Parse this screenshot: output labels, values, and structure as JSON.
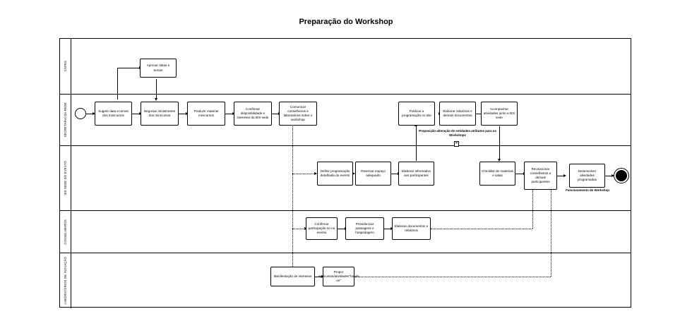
{
  "diagram": {
    "title": "Preparação do Workshop",
    "type": "bpmn-swimlane",
    "lanes": [
      {
        "id": "capes",
        "label": "CAPES"
      },
      {
        "id": "secretaria",
        "label": "SECRETARIA DA REDE"
      },
      {
        "id": "ies",
        "label": "IES SEDE DO EVENTO"
      },
      {
        "id": "conselheiros",
        "label": "CONSELHEIROS"
      },
      {
        "id": "laboratorios",
        "label": "LABORATÓRIOS DE INOVAÇÃO"
      }
    ],
    "events": [
      {
        "id": "start",
        "name": "start-event",
        "lane": "secretaria"
      },
      {
        "id": "end",
        "name": "end-event",
        "lane": "ies"
      }
    ],
    "tasks": [
      {
        "id": "t1",
        "lane": "capes",
        "label": "Aprovar datas e temas"
      },
      {
        "id": "t2",
        "lane": "secretaria",
        "label": "Sugerir data e temas dos minicursos"
      },
      {
        "id": "t3",
        "lane": "secretaria",
        "label": "Negociar ministrantes dos minicursos"
      },
      {
        "id": "t4",
        "lane": "secretaria",
        "label": "Produzir material minicursos"
      },
      {
        "id": "t5",
        "lane": "secretaria",
        "label": "Confirmar disponibilidade e interesse da IES sede"
      },
      {
        "id": "t6",
        "lane": "secretaria",
        "label": "Comunicar conselheiros e laboratórios sobre o workshop"
      },
      {
        "id": "t7",
        "lane": "secretaria",
        "label": "Publicar a programação no site"
      },
      {
        "id": "t8",
        "lane": "secretaria",
        "label": "Elaborar relatórios e demais documentos"
      },
      {
        "id": "t9",
        "lane": "secretaria",
        "label": "Acompanhar atividades junto a IES sede"
      },
      {
        "id": "t10",
        "lane": "ies",
        "label": "Definir programação detalhada do evento"
      },
      {
        "id": "t11",
        "lane": "ies",
        "label": "Reservar espaço adequado"
      },
      {
        "id": "t12",
        "lane": "ies",
        "label": "Elaborar informativo aos participantes"
      },
      {
        "id": "t13",
        "lane": "ies",
        "label": "Checklist de materiais e salas"
      },
      {
        "id": "t14",
        "lane": "ies",
        "label": "Recepcionar conselheiros e demais participantes"
      },
      {
        "id": "t15",
        "lane": "ies",
        "label": "Desenvolver atividades programadas"
      },
      {
        "id": "t16",
        "lane": "conselheiros",
        "label": "Confirmar participação no no evento"
      },
      {
        "id": "t17",
        "lane": "conselheiros",
        "label": "Providenciar passagens e hospedagem"
      },
      {
        "id": "t18",
        "lane": "conselheiros",
        "label": "Elaborar documentos e relatórios"
      },
      {
        "id": "t19",
        "lane": "laboratorios",
        "label": "Manifestação de interesse"
      },
      {
        "id": "t20",
        "lane": "laboratorios",
        "label": "Propor minicursos/atividades\"hands on\""
      }
    ],
    "annotations": [
      {
        "id": "a1",
        "label": "Proposição-alteração de entidades-atributos para os Workshops"
      },
      {
        "id": "a2",
        "label": "Funcionamento do Workshop"
      }
    ]
  }
}
